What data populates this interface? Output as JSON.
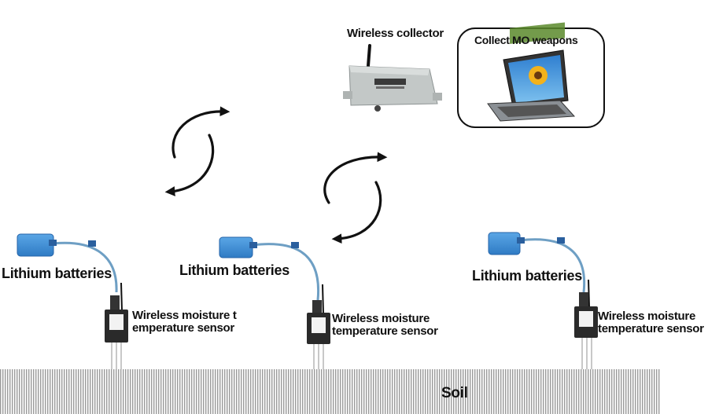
{
  "collector": {
    "label": "Wireless collector"
  },
  "computer_box": {
    "label": "Collect MO weapons"
  },
  "sensor_units": [
    {
      "battery_label": "Lithium batteries",
      "sensor_label": "Wireless moisture t emperature sensor"
    },
    {
      "battery_label": "Lithium batteries",
      "sensor_label": "Wireless moisture temperature sensor"
    },
    {
      "battery_label": "Lithium batteries",
      "sensor_label": "Wireless moisture temperature sensor"
    }
  ],
  "ground": {
    "label": "Soil"
  },
  "colors": {
    "battery": "#3d8fd6",
    "cable": "#6e9fc4",
    "sensor_body": "#2a2a2a",
    "collector_body": "#bfc4c4",
    "soil_stripes": "#9a9a9a",
    "sunflower": "#f3b21c"
  }
}
